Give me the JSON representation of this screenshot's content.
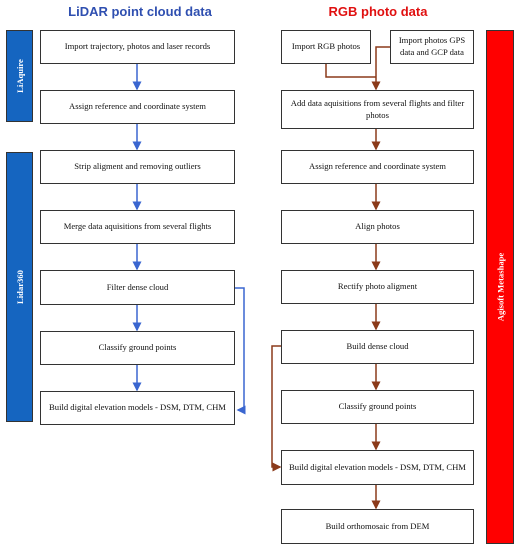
{
  "headings": {
    "lidar": "LiDAR point cloud data",
    "rgb": "RGB photo data"
  },
  "side_bars": {
    "liaquire": "LiAquire",
    "lidar360": "Lidar360",
    "metashape": "Agisoft Metashape"
  },
  "lidar_steps": [
    "Import trajectory, photos and laser records",
    "Assign reference and coordinate system",
    "Strip aligment and removing outliers",
    "Merge data aquisitions from several flights",
    "Filter dense cloud",
    "Classify ground points",
    "Build digital elevation models - DSM, DTM, CHM"
  ],
  "rgb_steps": {
    "import_rgb": "Import RGB photos",
    "import_gps": "Import photos GPS data and GCP data",
    "add_data": "Add data aquisitions from several flights and filter photos",
    "assign_ref": "Assign reference and coordinate system",
    "align": "Align photos",
    "rectify": "Rectify photo aligment",
    "dense_cloud": "Build dense cloud",
    "classify": "Classify ground points",
    "build_dem": "Build digital elevation models - DSM, DTM, CHM",
    "orthomosaic": "Build orthomosaic from DEM"
  },
  "colors": {
    "lidar_heading": "#2f4fb0",
    "rgb_heading": "#e01010",
    "lidar_bar": "#1565c0",
    "metashape_bar": "#ff0000",
    "lidar_arrow": "#3a66d0",
    "rgb_arrow": "#8b3a1a"
  }
}
